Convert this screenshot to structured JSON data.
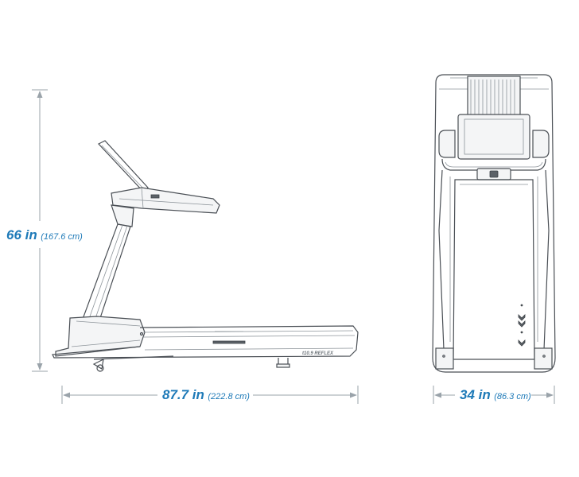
{
  "dimensions": {
    "height": {
      "value": "66 in",
      "metric": "(167.6 cm)"
    },
    "length": {
      "value": "87.7 in",
      "metric": "(222.8 cm)"
    },
    "width": {
      "value": "34 in",
      "metric": "(86.3 cm)"
    }
  },
  "model_label": "t10.9 REFLEX",
  "colors": {
    "accent": "#1e7ab8",
    "dimension_line": "#9aa3aa",
    "drawing": "#4a4f55"
  }
}
